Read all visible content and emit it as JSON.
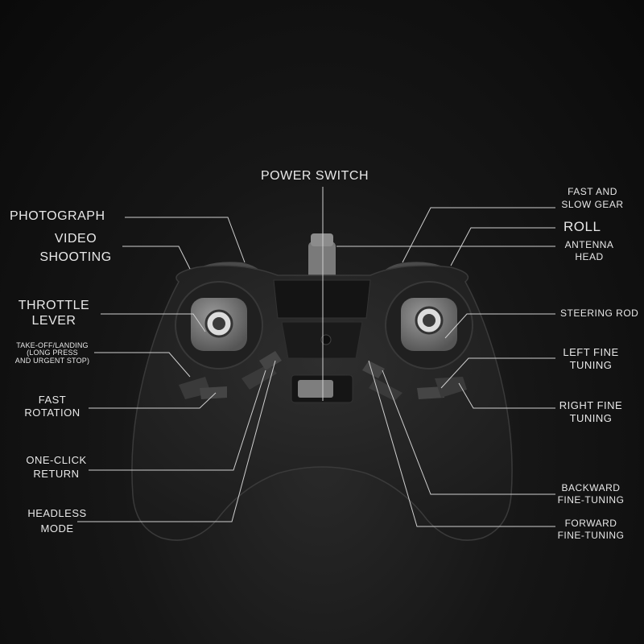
{
  "labels": {
    "power_switch": "POWER SWITCH",
    "photograph": "PHOTOGRAPH",
    "video_shooting_1": "VIDEO",
    "video_shooting_2": "SHOOTING",
    "throttle_1": "THROTTLE",
    "throttle_2": "LEVER",
    "takeoff_1": "TAKE-OFF/LANDING",
    "takeoff_2": "(LONG PRESS",
    "takeoff_3": "AND URGENT STOP)",
    "fast_rotation_1": "FAST",
    "fast_rotation_2": "ROTATION",
    "one_click_1": "ONE-CLICK",
    "one_click_2": "RETURN",
    "headless_1": "HEADLESS",
    "headless_2": "MODE",
    "fast_slow_1": "FAST AND",
    "fast_slow_2": "SLOW GEAR",
    "roll": "ROLL",
    "antenna_1": "ANTENNA",
    "antenna_2": "HEAD",
    "steering": "STEERING ROD",
    "left_fine_1": "LEFT FINE",
    "left_fine_2": "TUNING",
    "right_fine_1": "RIGHT FINE",
    "right_fine_2": "TUNING",
    "backward_1": "BACKWARD",
    "backward_2": "FINE-TUNING",
    "forward_1": "FORWARD",
    "forward_2": "FINE-TUNING"
  },
  "colors": {
    "background": "#111111",
    "controller_body": "#262626",
    "stick_gray": "#6a6a6a",
    "label_text": "#e8e8e8",
    "leader_line": "#cfcfcf"
  }
}
